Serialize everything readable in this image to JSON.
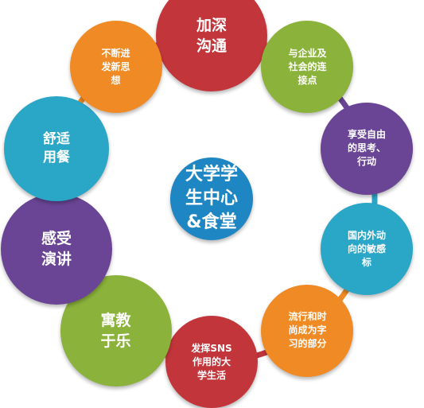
{
  "center": {
    "label": "大学学\n生中心\n&食堂",
    "color": "#1f86c4"
  },
  "nodes": [
    {
      "label": "加深\n沟通",
      "color": "#c2363b",
      "size": "large"
    },
    {
      "label": "与企业及\n社会的连\n接点",
      "color": "#8bb23a",
      "size": "small"
    },
    {
      "label": "享受自由\n的思考、\n行动",
      "color": "#6a4596",
      "size": "small"
    },
    {
      "label": "国内外动\n向的敏感\n标",
      "color": "#2aa6c7",
      "size": "small"
    },
    {
      "label": "流行和时\n尚成为字\n习的部分",
      "color": "#ef8a25",
      "size": "small"
    },
    {
      "label": "发挥SNS\n作用的大\n学生活",
      "color": "#c2363b",
      "size": "small"
    },
    {
      "label": "寓教\n于乐",
      "color": "#8bb23a",
      "size": "large"
    },
    {
      "label": "感受\n演讲",
      "color": "#6a4596",
      "size": "large"
    },
    {
      "label": "舒适\n用餐",
      "color": "#2aa6c7",
      "size": "medium"
    },
    {
      "label": "不断进\n发新思\n想",
      "color": "#ef8a25",
      "size": "small"
    }
  ]
}
